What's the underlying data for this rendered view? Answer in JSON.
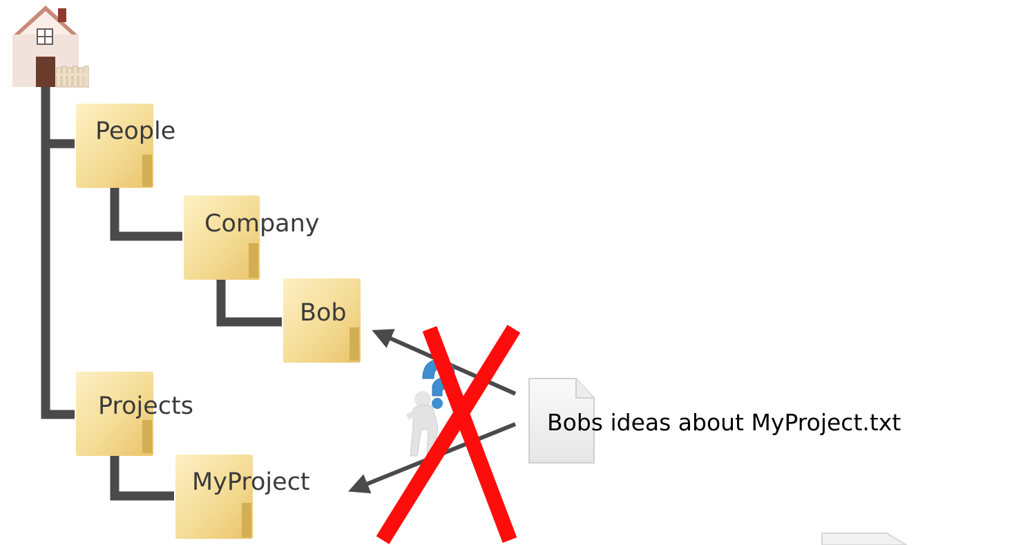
{
  "tree": {
    "root_icon": "house-icon",
    "folders": [
      {
        "id": "people",
        "label": "People"
      },
      {
        "id": "company",
        "label": "Company"
      },
      {
        "id": "bob",
        "label": "Bob"
      },
      {
        "id": "projects",
        "label": "Projects"
      },
      {
        "id": "myproject",
        "label": "MyProject"
      }
    ]
  },
  "file": {
    "label": "Bobs ideas about MyProject.txt",
    "icon": "text-file-icon"
  },
  "colors": {
    "connector": "#4a4a4a",
    "arrow": "#4a4a4a",
    "cross": "#ff0d0d",
    "folder": "#f3d98e",
    "folder_dark": "#e3bd5e"
  }
}
